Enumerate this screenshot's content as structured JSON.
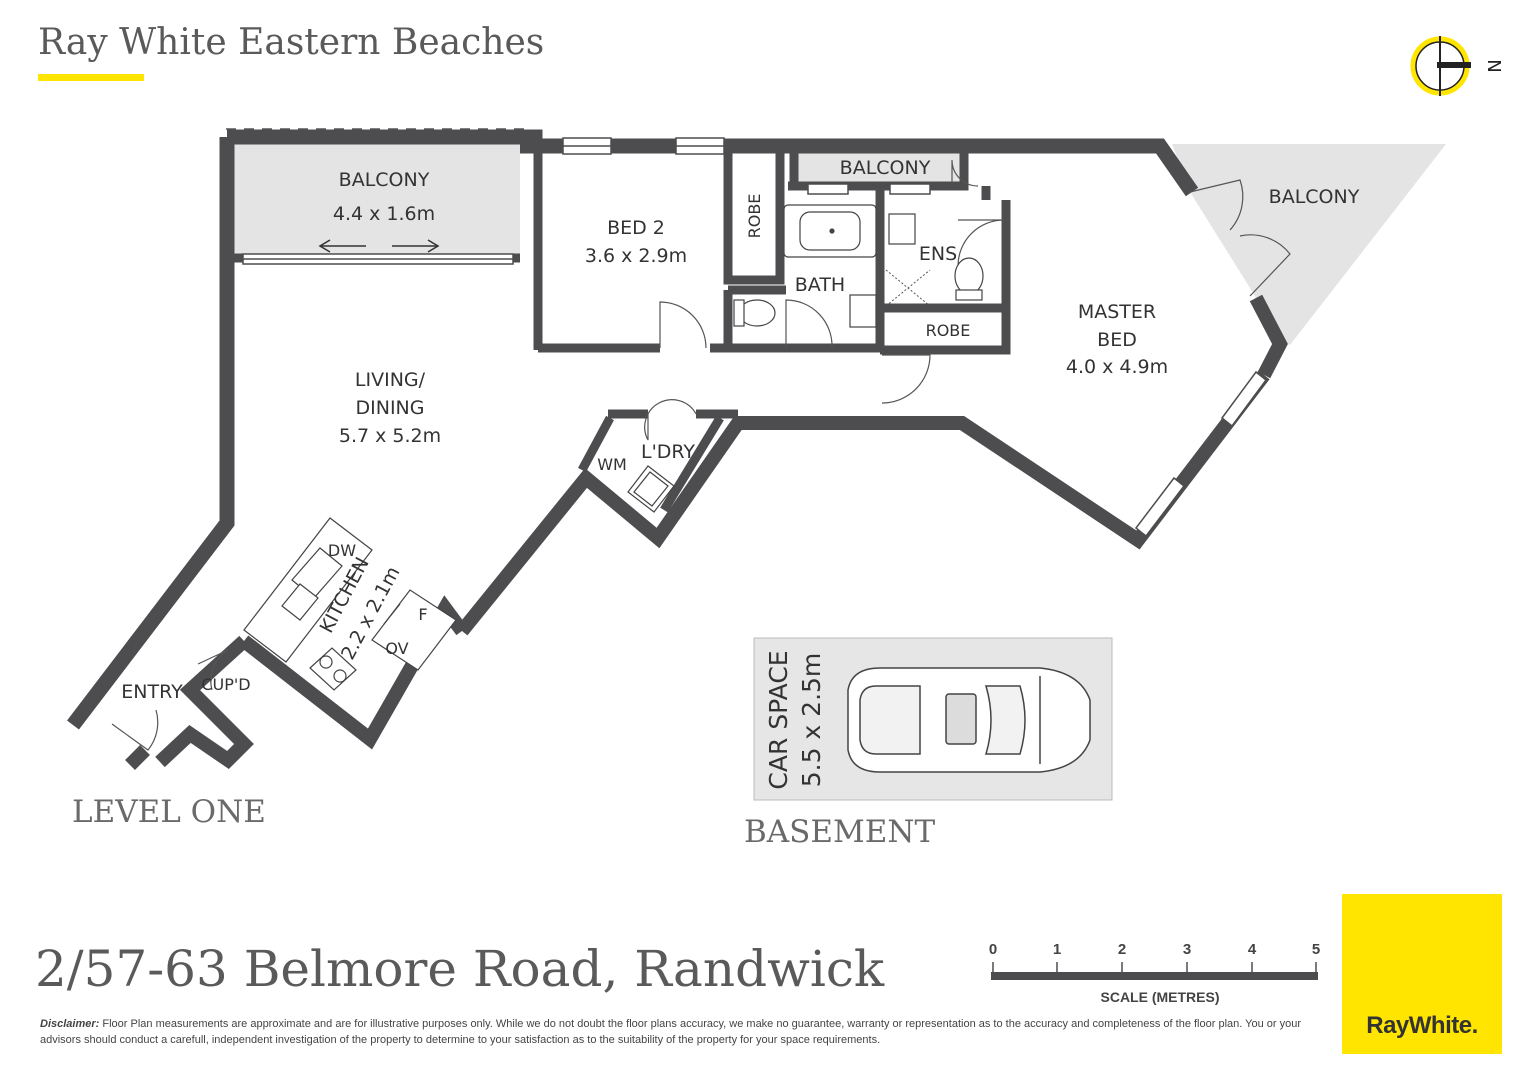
{
  "brand": {
    "title": "Ray White Eastern Beaches",
    "accent_color": "#ffe500",
    "wall_color": "#4d4d4f"
  },
  "compass": {
    "label": "N",
    "icon": "north-compass-icon"
  },
  "rooms": {
    "balcony_living": {
      "name": "BALCONY",
      "size": "4.4 x 1.6m"
    },
    "bed2": {
      "name": "BED 2",
      "size": "3.6 x 2.9m"
    },
    "robe1": {
      "name": "ROBE"
    },
    "balcony_top": {
      "name": "BALCONY"
    },
    "bath": {
      "name": "BATH"
    },
    "ens": {
      "name": "ENS"
    },
    "robe2": {
      "name": "ROBE"
    },
    "master": {
      "line1": "MASTER",
      "line2": "BED",
      "size": "4.0 x 4.9m"
    },
    "balcony_master": {
      "name": "BALCONY"
    },
    "living": {
      "line1": "LIVING/",
      "line2": "DINING",
      "size": "5.7 x 5.2m"
    },
    "laundry": {
      "name": "L'DRY",
      "wm": "WM"
    },
    "kitchen": {
      "name": "KITCHEN",
      "size": "2.2 x 2.1m",
      "dw": "DW",
      "f": "F",
      "ov": "OV"
    },
    "entry": {
      "name": "ENTRY"
    },
    "cupboard": {
      "name": "CUP'D"
    },
    "car": {
      "name": "CAR SPACE",
      "size": "5.5 x 2.5m"
    }
  },
  "levels": {
    "one": "LEVEL ONE",
    "basement": "BASEMENT"
  },
  "scale": {
    "ticks": [
      "0",
      "1",
      "2",
      "3",
      "4",
      "5"
    ],
    "label": "SCALE (METRES)"
  },
  "address": "2/57-63 Belmore Road, Randwick",
  "disclaimer": {
    "label": "Disclaimer:",
    "text": "Floor Plan measurements are approximate and are for illustrative purposes only. While we do not doubt the floor plans accuracy, we make no guarantee, warranty or representation as to the accuracy and completeness of the floor plan. You or your advisors should conduct a carefull, independent investigation of the property to determine to your satisfaction as to the suitability of the property for your space requirements."
  },
  "logo": {
    "text": "RayWhite."
  }
}
